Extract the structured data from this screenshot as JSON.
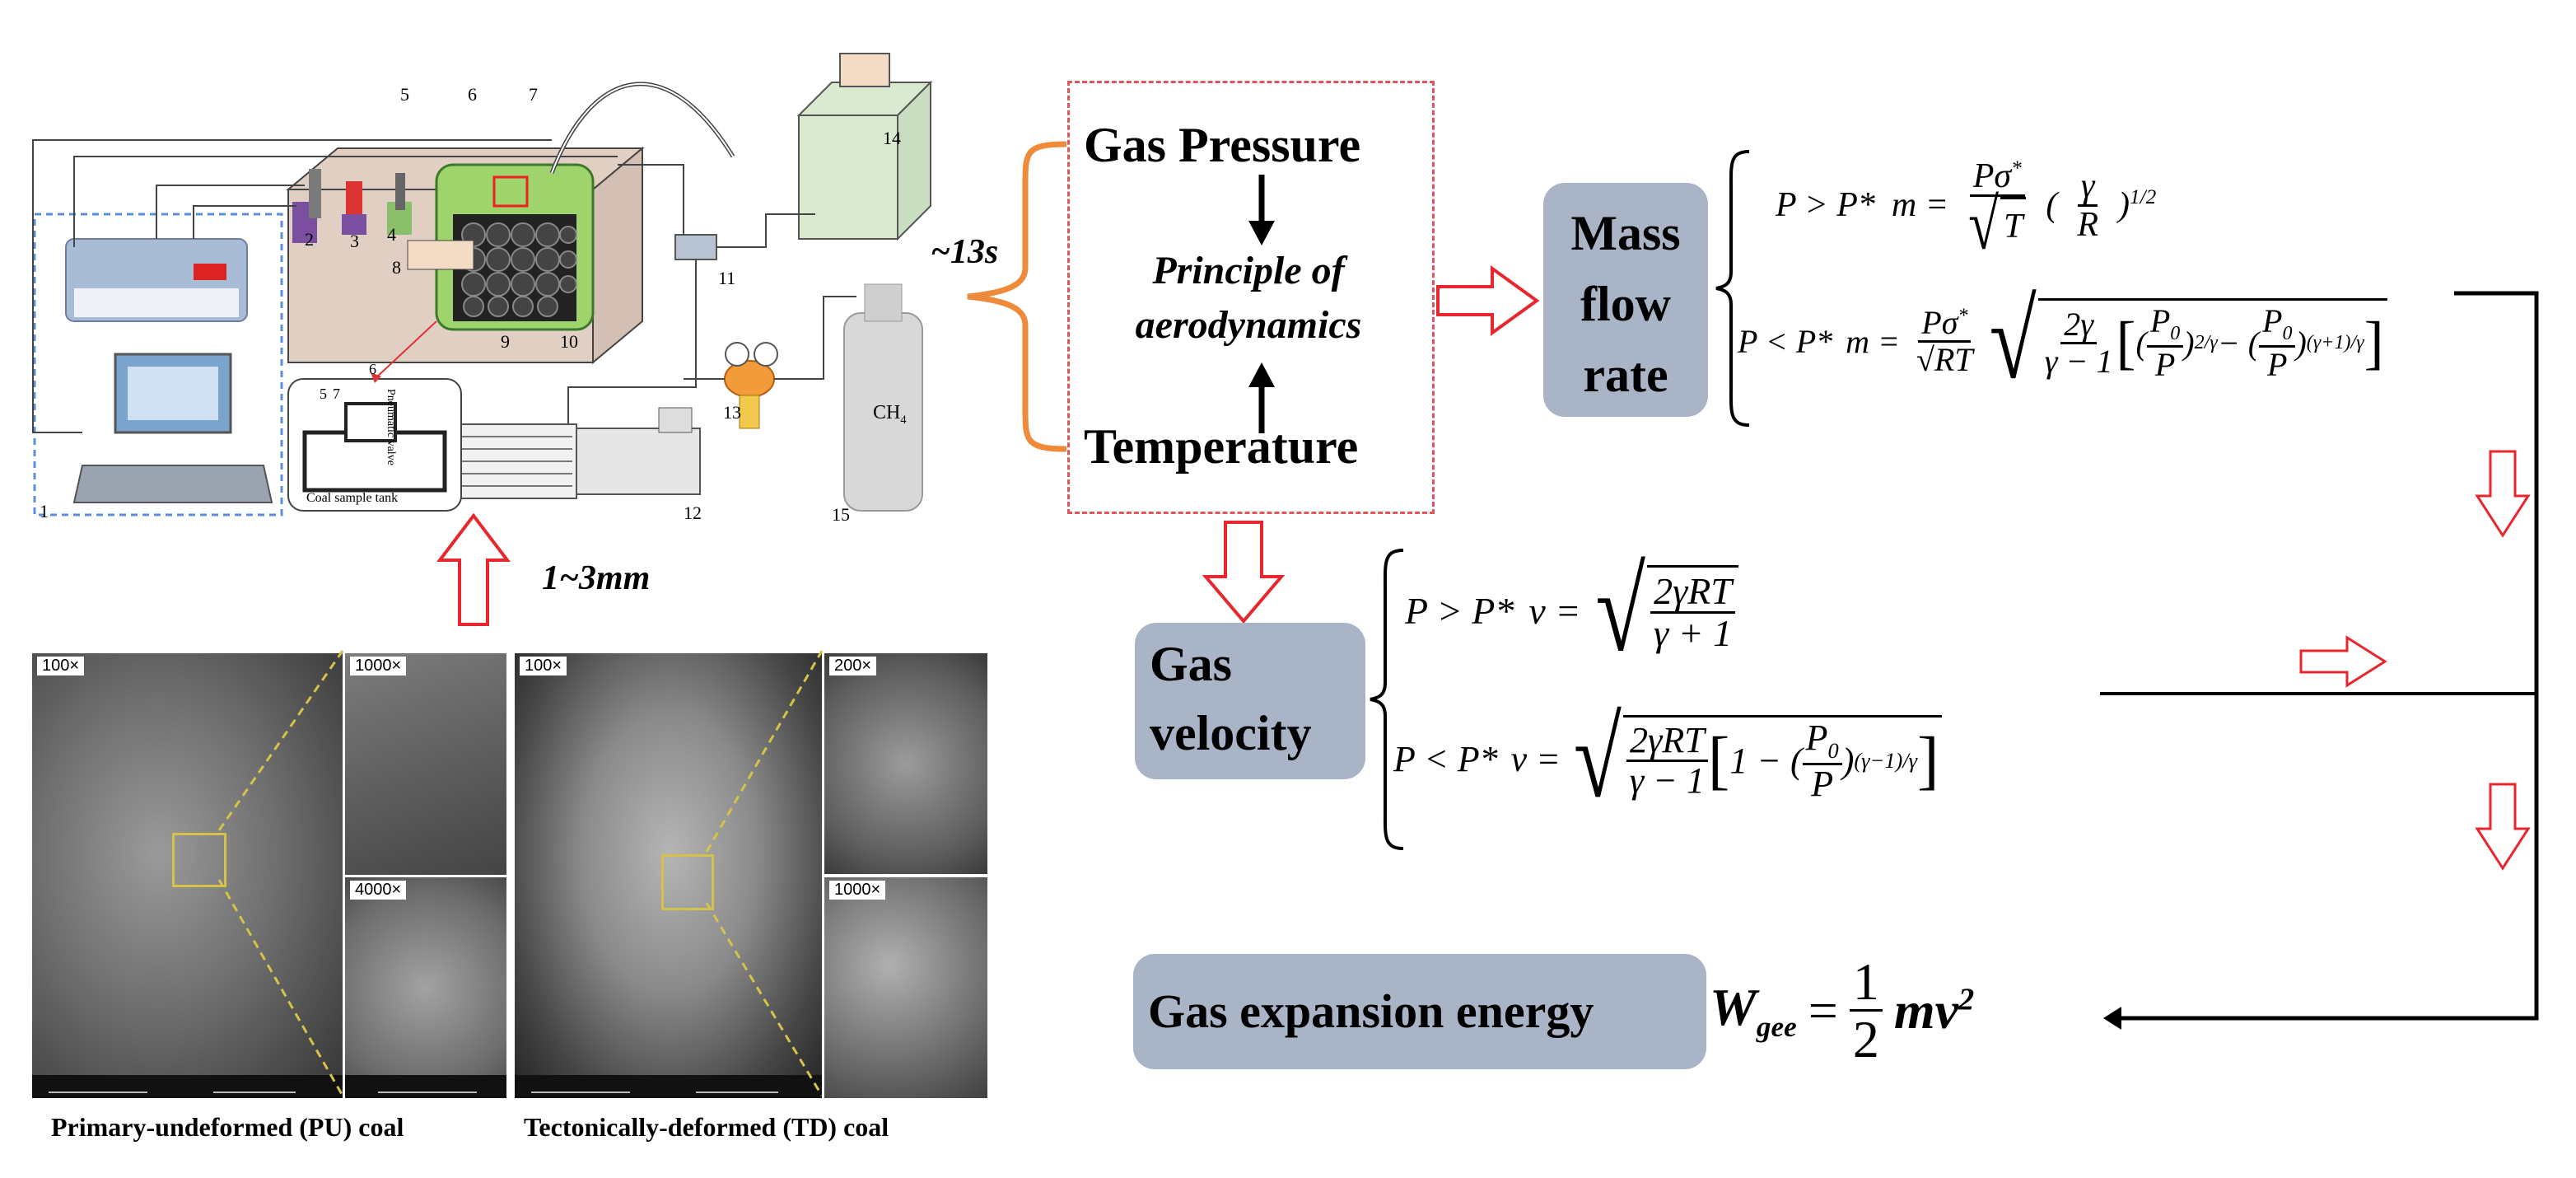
{
  "apparatus": {
    "numbers": [
      "1",
      "2",
      "3",
      "4",
      "5",
      "6",
      "7",
      "8",
      "9",
      "10",
      "11",
      "12",
      "13",
      "14",
      "15"
    ],
    "gas_label": "CH",
    "gas_subscript": "4",
    "inset_label": "Coal sample tank",
    "inset_valve_label": "Pneumatic valve",
    "inset_numbers": [
      "5",
      "7",
      "6"
    ],
    "timer_text": "~13s",
    "sample_size_label": "1~3mm"
  },
  "sem": {
    "pu_tags": [
      "100×",
      "1000×",
      "4000×"
    ],
    "td_tags": [
      "100×",
      "200×",
      "1000×"
    ],
    "pu_caption": "Primary-undeformed (PU) coal",
    "td_caption": "Tectonically-deformed (TD) coal"
  },
  "aero": {
    "gas_pressure": "Gas Pressure",
    "principle": "Principle of aerodynamics",
    "principle_line1": "Principle of",
    "principle_line2": "aerodynamics",
    "temperature": "Temperature"
  },
  "mass_flow": {
    "label_line1": "Mass",
    "label_line2": "flow",
    "label_line3": "rate",
    "cond1": "P > P*",
    "cond2": "P < P*"
  },
  "velocity": {
    "label_line1": "Gas",
    "label_line2": "velocity",
    "cond1": "P > P*",
    "cond2": "P < P*"
  },
  "energy": {
    "label": "Gas expansion energy",
    "formula": "W_gee = 1/2 mv²"
  },
  "colors": {
    "arrow_red": "#e8262d",
    "label_box": "#a9b4c6",
    "dash_red": "#e0555a",
    "dash_blue": "#5b8fd6",
    "brace_orange": "#ee8a3a"
  }
}
